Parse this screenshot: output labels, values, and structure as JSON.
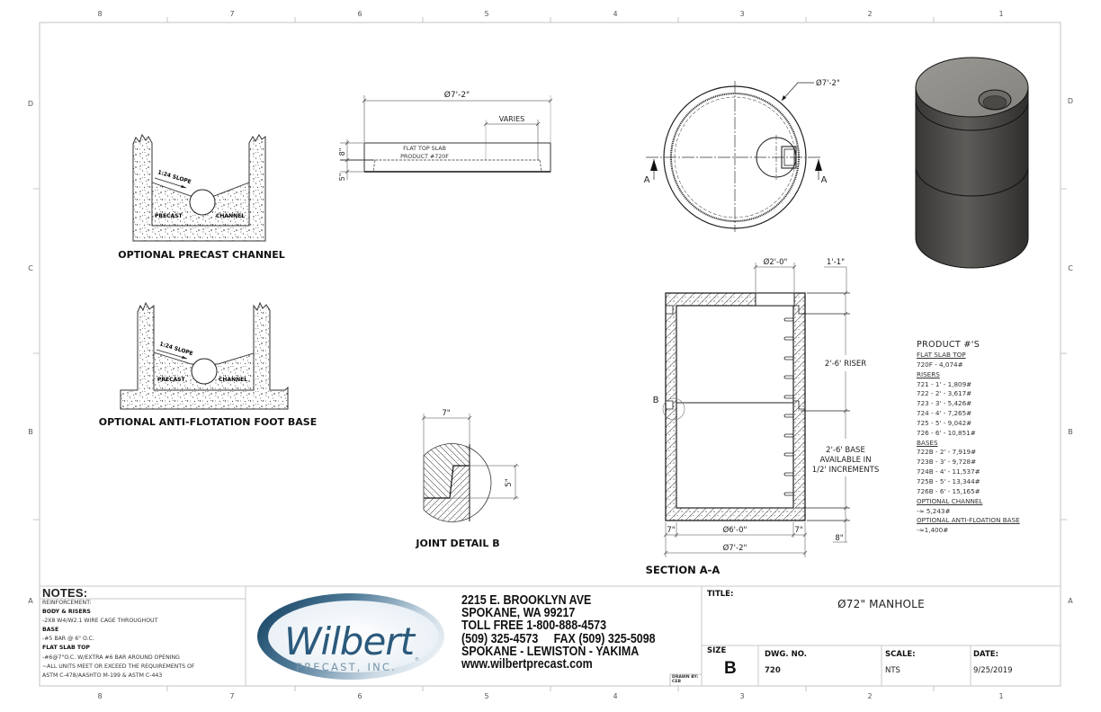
{
  "sheet": {
    "zones_top": [
      "8",
      "7",
      "6",
      "5",
      "4",
      "3",
      "2",
      "1"
    ],
    "zones_side": [
      "D",
      "C",
      "B",
      "A"
    ]
  },
  "views": {
    "precast_channel": {
      "title": "OPTIONAL PRECAST CHANNEL",
      "slope": "1:24 SLOPE",
      "left_label": "PRECAST",
      "right_label": "CHANNEL"
    },
    "anti_flotation_base": {
      "title": "OPTIONAL ANTI-FLOTATION FOOT BASE",
      "slope": "1:24 SLOPE",
      "left_label": "PRECAST",
      "right_label": "CHANNEL"
    },
    "flat_top_slab": {
      "diameter": "Ø7'-2\"",
      "varies": "VARIES",
      "label_line1": "FLAT TOP SLAB",
      "label_line2": "PRODUCT #720F",
      "thickness": "8\"",
      "lip": "5\""
    },
    "plan_view": {
      "diameter": "Ø7'-2\"",
      "section_mark_left": "A",
      "section_mark_right": "A"
    },
    "section_a_a": {
      "title": "SECTION A-A",
      "opening": "Ø2'-0\"",
      "offset": "1'-1\"",
      "riser": "2'-6' RISER",
      "base_line1": "2'-6' BASE",
      "base_line2": "AVAILABLE IN",
      "base_line3": "1/2' INCREMENTS",
      "wall_left": "7\"",
      "wall_right": "7\"",
      "inner_diameter": "Ø6'-0\"",
      "outer_diameter": "Ø7'-2\"",
      "floor": "8\"",
      "detail_callout": "B"
    },
    "joint_detail_b": {
      "title": "JOINT DETAIL B",
      "width": "7\"",
      "height": "5\""
    }
  },
  "products": {
    "heading": "PRODUCT #'S",
    "flat_slab_top": {
      "name": "FLAT SLAB TOP",
      "items": [
        "720F - 4,074#"
      ]
    },
    "risers": {
      "name": "RISERS",
      "items": [
        "721 - 1' - 1,809#",
        "722 - 2' - 3,617#",
        "723 - 3' - 5,426#",
        "724 - 4' - 7,265#",
        "725 - 5' - 9,042#",
        "726 - 6' - 10,851#"
      ]
    },
    "bases": {
      "name": "BASES",
      "items": [
        "722B - 2' - 7,919#",
        "723B - 3' - 9,728#",
        "724B - 4' - 11,537#",
        "725B - 5' - 13,344#",
        "726B - 6' - 15,165#"
      ]
    },
    "optional_channel": {
      "name": "OPTIONAL CHANNEL",
      "items": [
        "-≈ 5,243#"
      ]
    },
    "optional_anti_flotation": {
      "name": "OPTIONAL ANTI-FLOATION BASE",
      "items": [
        "-≈1,400#"
      ]
    }
  },
  "notes": {
    "title": "NOTES:",
    "lines": [
      "REINFORCEMENT:",
      "BODY & RISERS",
      "-2X8 W4/W2.1 WIRE CAGE THROUGHOUT",
      "BASE",
      "-#5 BAR @ 6\" O.C.",
      "FLAT SLAB TOP",
      "-#6@7\"O.C. W/EXTRA #6 BAR AROUND OPENING",
      "~ALL UNITS MEET OR EXCEED THE REQUIREMENTS OF",
      "ASTM C-478/AASHTO M-199 & ASTM C-443"
    ]
  },
  "company": {
    "logo_name": "Wilbert",
    "logo_sub": "PRECAST, INC.",
    "logo_mark": "®",
    "address_lines": [
      "2215 E. BROOKLYN AVE",
      "SPOKANE, WA 99217",
      "TOLL FREE 1-800-888-4573",
      "(509) 325-4573     FAX (509) 325-5098",
      "SPOKANE - LEWISTON - YAKIMA",
      "www.wilbertprecast.com"
    ],
    "brand_color": "#2b5a7c"
  },
  "title_block": {
    "title_label": "TITLE:",
    "title": "Ø72\" MANHOLE",
    "size_label": "SIZE",
    "size": "B",
    "dwg_no_label": "DWG.  NO.",
    "dwg_no": "720",
    "scale_label": "SCALE:",
    "scale": "NTS",
    "date_label": "DATE:",
    "date": "9/25/2019",
    "drawn_by_label": "DRAWN BY:",
    "drawn_by": "CEB"
  }
}
